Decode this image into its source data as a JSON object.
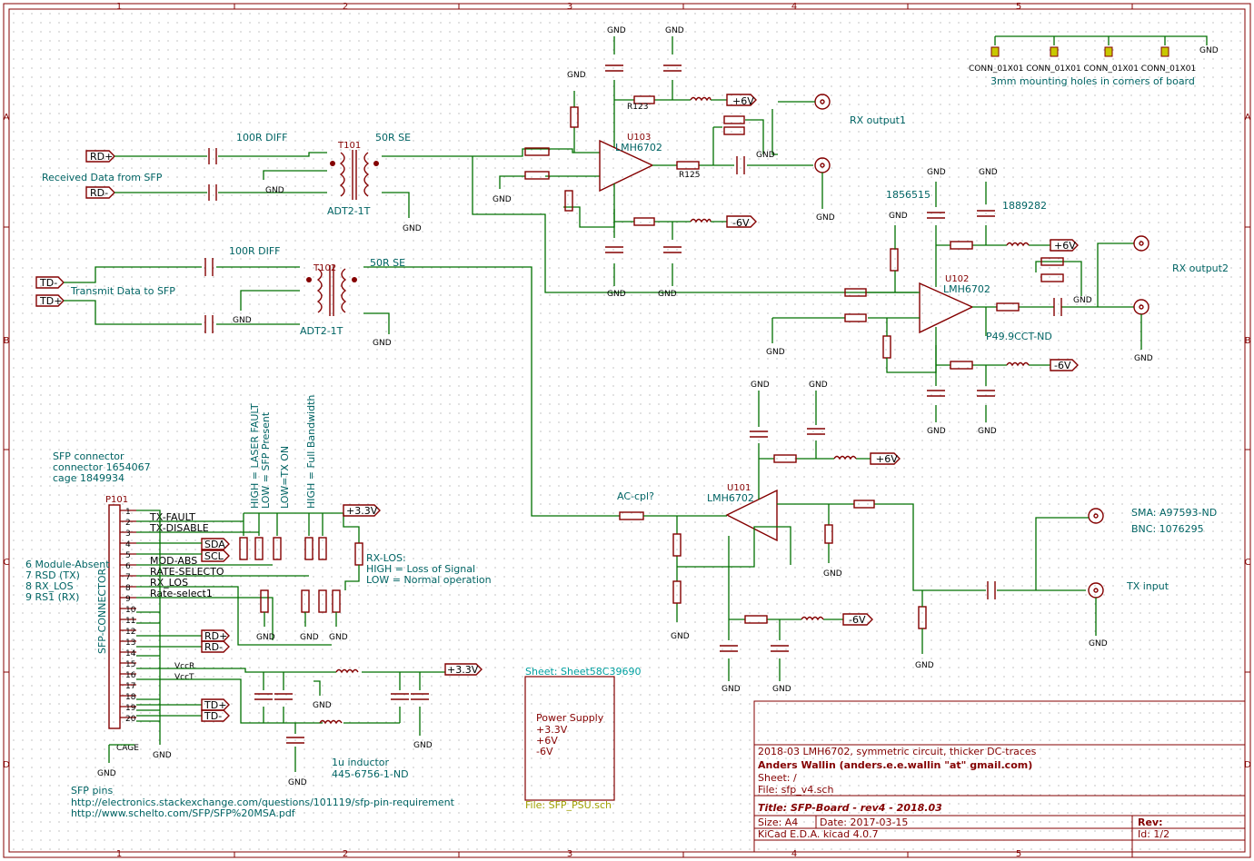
{
  "frame": {
    "columns": [
      "1",
      "2",
      "3",
      "4",
      "5"
    ],
    "rows": [
      "A",
      "B",
      "C",
      "D"
    ]
  },
  "notes": {
    "rx_diff": "100R DIFF",
    "rx_se": "50R SE",
    "tx_diff": "100R DIFF",
    "tx_se": "50R SE",
    "received": "Received Data from SFP",
    "transmit": "Transmit Data to SFP",
    "rx_out1": "RX output1",
    "rx_out2": "RX output2",
    "tx_input": "TX input",
    "mounting": "3mm mounting holes in corners of board",
    "sma": "SMA: A97593-ND",
    "bnc": "BNC: 1076295",
    "acpl": "AC-cpl?",
    "pn1": "1856515",
    "pn2": "1889282",
    "p49": "P49.9CCT-ND",
    "sfp_conn": "SFP connector",
    "sfp_conn_pn": "connector 1654067",
    "sfp_cage_pn": "cage 1849934",
    "pin6": "6 Module-Absent",
    "pin7": "7 RSD (TX)",
    "pin8": "8 RX_LOS",
    "pin9": "9 RS1 (RX)",
    "rxlos_title": "RX-LOS:",
    "rxlos_high": "HIGH =  Loss of Signal",
    "rxlos_low": "LOW = Normal operation",
    "v_laser": "HIGH = LASER FAULT",
    "v_present": "LOW = SFP Present",
    "v_txon": "LOW=TX ON",
    "v_bw": "HIGH = Full Bandwidth",
    "inductor": "1u inductor",
    "inductor_pn": "445-6756-1-ND",
    "sfp_pins": "SFP pins",
    "url1": "http://electronics.stackexchange.com/questions/101119/sfp-pin-requirement",
    "url2": "http://www.schelto.com/SFP/SFP%20MSA.pdf"
  },
  "labels": {
    "rd_plus": "RD+",
    "rd_minus": "RD-",
    "td_minus": "TD-",
    "td_plus": "TD+",
    "p6v": "+6V",
    "m6v": "-6V",
    "p33v": "+3.3V",
    "gnd": "GND",
    "sda": "SDA",
    "scl": "SCL"
  },
  "parts": {
    "t101": "T101",
    "t102": "T102",
    "adt1": "ADT2-1T",
    "adt2": "ADT2-1T",
    "u103": "U103",
    "u102": "U102",
    "u101": "U101",
    "lmh": "LMH6702",
    "p101": "P101",
    "sfp_connector": "SFP-CONNECTOR",
    "cage": "CAGE"
  },
  "sfp_pins": [
    {
      "num": "1",
      "net": ""
    },
    {
      "num": "2",
      "net": "TX-FAULT"
    },
    {
      "num": "3",
      "net": "TX-DISABLE"
    },
    {
      "num": "4",
      "net": ""
    },
    {
      "num": "5",
      "net": ""
    },
    {
      "num": "6",
      "net": "MOD-ABS"
    },
    {
      "num": "7",
      "net": "RATE-SELECTO"
    },
    {
      "num": "8",
      "net": "RX_LOS"
    },
    {
      "num": "9",
      "net": "Rate-select1"
    },
    {
      "num": "10",
      "net": ""
    },
    {
      "num": "11",
      "net": ""
    },
    {
      "num": "12",
      "net": ""
    },
    {
      "num": "13",
      "net": ""
    },
    {
      "num": "14",
      "net": ""
    },
    {
      "num": "15",
      "net": "VccR"
    },
    {
      "num": "16",
      "net": "VccT"
    },
    {
      "num": "17",
      "net": ""
    },
    {
      "num": "18",
      "net": ""
    },
    {
      "num": "19",
      "net": ""
    },
    {
      "num": "20",
      "net": ""
    }
  ],
  "title_block": {
    "comment": "2018-03 LMH6702, symmetric circuit, thicker DC-traces",
    "author": "Anders Wallin (anders.e.e.wallin \"at\" gmail.com)",
    "sheet": "Sheet: /",
    "file": "File: sfp_v4.sch",
    "title": "Title: SFP-Board - rev4 - 2018.03",
    "size": "Size: A4",
    "date": "Date: 2017-03-15",
    "rev": "Rev:",
    "tool": "KiCad E.D.A.  kicad 4.0.7",
    "id": "Id: 1/2"
  },
  "subsheet": {
    "name": "Sheet: Sheet58C39690",
    "title": "Power Supply",
    "rails": [
      "+3.3V",
      "+6V",
      "-6V"
    ],
    "file": "File: SFP_PSU.sch"
  }
}
